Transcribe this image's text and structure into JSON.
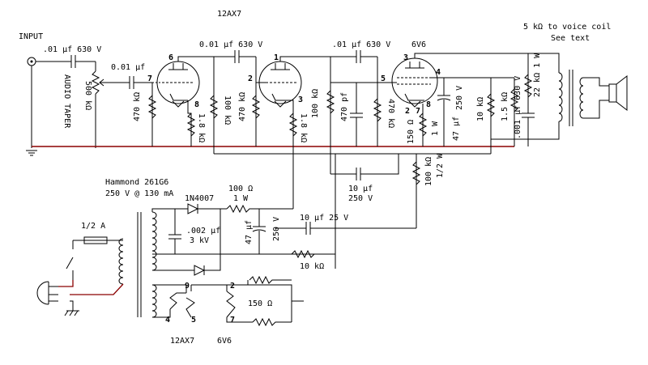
{
  "labels": {
    "input": "INPUT",
    "c_in": ".01 µf 630 V",
    "pot": "500 kΩ",
    "pot_taper": "AUDIO TAPER",
    "c_grid1": "0.01 µf",
    "tube1": "12AX7",
    "c_coupling1": "0.01 µf 630 V",
    "c_coupling2": ".01 µf 630 V",
    "tube2": "6V6",
    "ot_note1": "5 kΩ to voice coil",
    "ot_note2": "See text",
    "r_grid1": "470 kΩ",
    "r_cath1": "1.8 kΩ",
    "r_plate1": "100 kΩ",
    "r_grid2": "470 kΩ",
    "r_cath2": "1.8 kΩ",
    "r_plate2": "100 kΩ",
    "c_bypass": "470 pf",
    "r_grid3": "470 kΩ",
    "r_cath3": "150 Ω",
    "r_cath3_w": "1 W",
    "c_cath3": "47 µf",
    "c_cath3_v": "250 V",
    "r_plate3": "10 kΩ",
    "r_g2": "1.5 kΩ",
    "r_snub": "22 kΩ 1 W",
    "c_snub": ".001 µf 630 V",
    "c_fb": "10 µf",
    "c_fb_v": "250 V",
    "r_dec": "100 kΩ",
    "r_dec_w": "1/2 W",
    "ptx": "Hammond 261G6",
    "ptx_rating": "250 V @ 130 mA",
    "diode": "1N4007",
    "r_filter": "100 Ω",
    "r_filter_w": "1 W",
    "c_filter1": "47 µf",
    "c_filter1_v": "250 V",
    "c_snub2": ".002 µf",
    "c_snub2_v": "3 kV",
    "c_filter2": "10 µf 25 V",
    "r_filter2": "10 kΩ",
    "fuse": "1/2 A",
    "r_heater": "150 Ω",
    "heater_tube1": "12AX7",
    "heater_tube2": "6V6",
    "pins": {
      "p6": "6",
      "p7": "7",
      "p8": "8",
      "p1": "1",
      "p2": "2",
      "p3": "3",
      "p5": "5",
      "p3b": "3",
      "p4b": "4",
      "p2b": "2",
      "p7b": "7",
      "p8b": "8",
      "h9": "9",
      "h4": "4",
      "h5": "5",
      "h2": "2",
      "h7": "7"
    }
  }
}
